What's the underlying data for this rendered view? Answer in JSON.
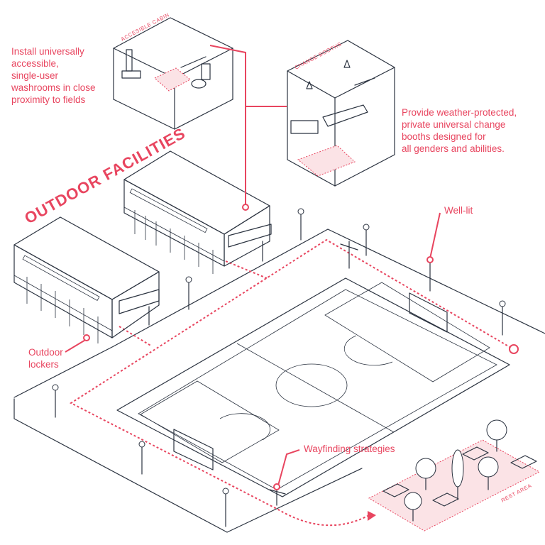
{
  "title": "OUTDOOR FACILITIES",
  "labels": {
    "accessible_cabin": "ACCESIBLE CABIN",
    "change_booths": "CHANGE BOOTHS",
    "rest_area": "REST AREA"
  },
  "notes": {
    "washrooms": [
      "Install universally",
      "accessible,",
      "single-user",
      "washrooms in close",
      "proximity to fields"
    ],
    "change_booths": [
      "Provide weather-protected,",
      "private universal change",
      "booths designed for",
      "all genders and abilities."
    ],
    "well_lit": "Well-lit",
    "lockers": [
      "Outdoor",
      "lockers"
    ],
    "wayfinding": "Wayfinding strategies"
  },
  "colors": {
    "accent": "#e8455f",
    "ink": "#2b3340",
    "area_fill": "#fbe3e6"
  }
}
